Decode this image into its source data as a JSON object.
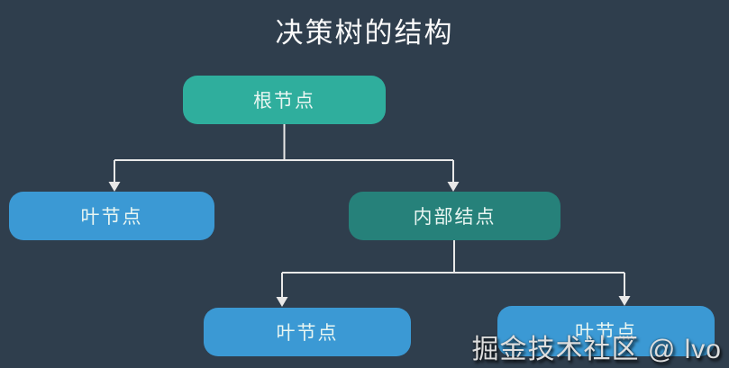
{
  "title": "决策树的结构",
  "nodes": {
    "root": {
      "label": "根节点"
    },
    "leaf_left": {
      "label": "叶节点"
    },
    "internal": {
      "label": "内部结点"
    },
    "leaf_bottom_left": {
      "label": "叶节点"
    },
    "leaf_bottom_right": {
      "label": "叶节点"
    }
  },
  "watermark": "掘金技术社区 @ lvo",
  "colors": {
    "background": "#2f3e4d",
    "root_node": "#2fae9d",
    "internal_node": "#26817a",
    "leaf_node": "#3b99d4",
    "node_text": "#e9f6f2",
    "title_text": "#fafafa",
    "connector": "#e8e8e8",
    "watermark_text": "#dedede"
  }
}
